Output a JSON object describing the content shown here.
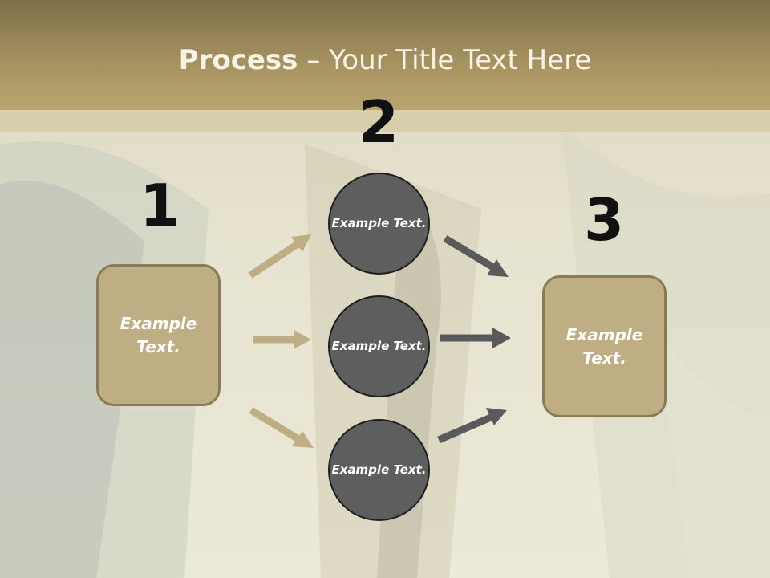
{
  "slide": {
    "title": {
      "bold_part": "Process",
      "separator": " – ",
      "rest": "Your Title Text Here"
    },
    "steps": [
      {
        "number": "1",
        "boxes": [
          {
            "text": "Example Text."
          }
        ]
      },
      {
        "number": "2",
        "boxes": [
          {
            "text": "Example Text."
          },
          {
            "text": "Example Text."
          },
          {
            "text": "Example Text."
          }
        ]
      },
      {
        "number": "3",
        "boxes": [
          {
            "text": "Example Text."
          }
        ]
      }
    ]
  },
  "colors": {
    "title_band": "#a4915f",
    "box_fill": "#bfae83",
    "circle_fill": "#5e5e5e",
    "arrow_in": "#bfae83",
    "arrow_out": "#5a5a5a"
  }
}
